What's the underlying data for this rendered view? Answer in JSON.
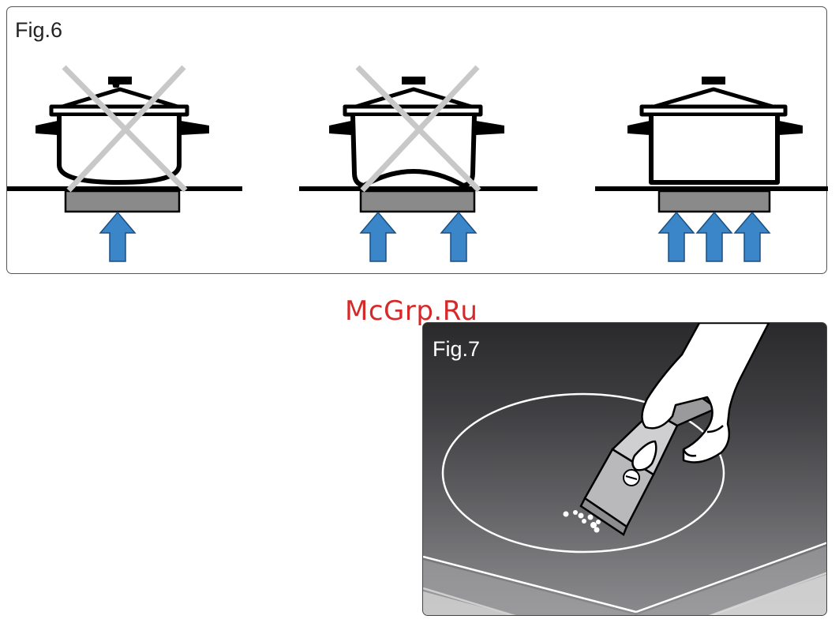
{
  "fig6": {
    "label": "Fig.6",
    "colors": {
      "pot": "#000000",
      "cross": "#c8c8c8",
      "plate": "#8a8a8a",
      "arrow": "#3b86c8",
      "arrow_stroke": "#1b4f80"
    }
  },
  "watermark": {
    "text": "McGrp.Ru",
    "color": "#d42a2a"
  },
  "fig7": {
    "label": "Fig.7"
  }
}
